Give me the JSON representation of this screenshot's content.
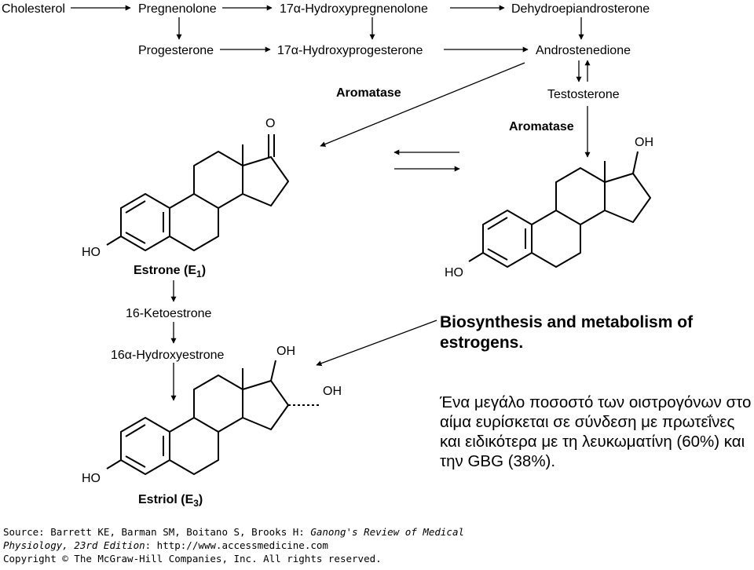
{
  "pathway": {
    "row1": [
      "Cholesterol",
      "Pregnenolone",
      "17α-Hydroxypregnenolone",
      "Dehydroepiandrosterone"
    ],
    "row2": [
      "Progesterone",
      "17α-Hydroxyprogesterone",
      "Androstenedione"
    ],
    "testosterone": "Testosterone",
    "aromatase": "Aromatase"
  },
  "estrone": {
    "name": "Estrone (E",
    "sub": "1",
    "close": ")",
    "oxo": "O",
    "ho": "HO"
  },
  "estradiol": {
    "oh": "OH",
    "ho": "HO"
  },
  "metabolites": [
    "16-Ketoestrone",
    "16α-Hydroxyestrone"
  ],
  "estriol": {
    "name": "Estriol (E",
    "sub": "3",
    "close": ")",
    "oh_top": "OH",
    "oh_side": "OH",
    "ho": "HO"
  },
  "panel": {
    "title": "Biosynthesis and metabolism of estrogens.",
    "body": "Ένα μεγάλο ποσοστό των οιστρογόνων στο αίμα ευρίσκεται σε σύνδεση με πρωτεΐνες και ειδικότερα με τη λευκωματίνη (60%) και την GBG (38%)."
  },
  "source": {
    "line1_prefix": "Source: Barrett KE, Barman SM, Boitano S, Brooks H: ",
    "line1_italic": "Ganong's Review of Medical",
    "line2_italic": "Physiology, 23rd Edition",
    "line2_rest": ": http://www.accessmedicine.com",
    "copyright": "Copyright © The McGraw-Hill Companies, Inc. All rights reserved."
  }
}
